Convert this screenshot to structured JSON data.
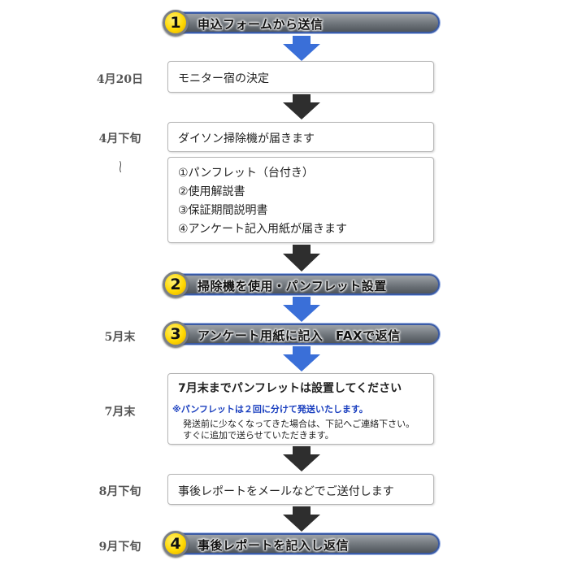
{
  "steps": [
    {
      "number": "1",
      "label": "申込フォームから送信"
    },
    {
      "number": "2",
      "label": "掃除機を使用・パンフレット設置"
    },
    {
      "number": "3",
      "label": "アンケート用紙に記入　FAXで返信"
    },
    {
      "number": "4",
      "label": "事後レポートを記入し返信"
    }
  ],
  "dates": {
    "apr20": "4月20日",
    "apr_late": "4月下旬",
    "tilde": "≀",
    "may_end": "5月末",
    "jul_end": "7月末",
    "aug_late": "8月下旬",
    "sep_late": "9月下旬"
  },
  "boxes": {
    "monitor_decision": "モニター宿の決定",
    "dyson_arrive": "ダイソン掃除機が届きます",
    "items": [
      "①パンフレット（台付き）",
      "②使用解説書",
      "③保証期間説明書",
      "④アンケート記入用紙が届きます"
    ],
    "pamphlet_title": "7月末までパンフレットは設置してください",
    "pamphlet_note_blue": "※パンフレットは２回に分けて発送いたします。",
    "pamphlet_note_1": "発送前に少なくなってきた場合は、下記へご連絡下さい。",
    "pamphlet_note_2": "すぐに追加で送らせていただきます。",
    "report_send": "事後レポートをメールなどでご送付します"
  },
  "colors": {
    "blue_arrow": "#3a6fd8",
    "dark_arrow": "#2e2e2e",
    "badge_yellow": "#ffd800",
    "pill_border": "#3a5aa5"
  }
}
